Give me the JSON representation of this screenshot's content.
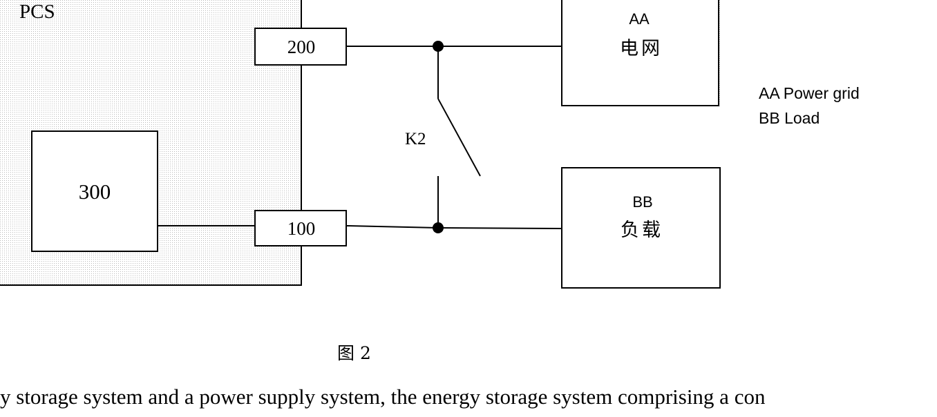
{
  "pcs": {
    "label": "PCS"
  },
  "blocks": {
    "b300": "300",
    "b200": "200",
    "b100": "100"
  },
  "switch_label": "K2",
  "grid_box": {
    "code": "AA",
    "name": "电网"
  },
  "load_box": {
    "code": "BB",
    "name": "负载"
  },
  "legend": {
    "line1": "AA Power grid",
    "line2": "BB Load"
  },
  "figure_caption": "图 2",
  "body_text": "y storage system and a power supply system, the energy storage system comprising a con",
  "colors": {
    "stroke": "#000000",
    "dot_fill": "#c8c8c8",
    "background": "#ffffff"
  }
}
